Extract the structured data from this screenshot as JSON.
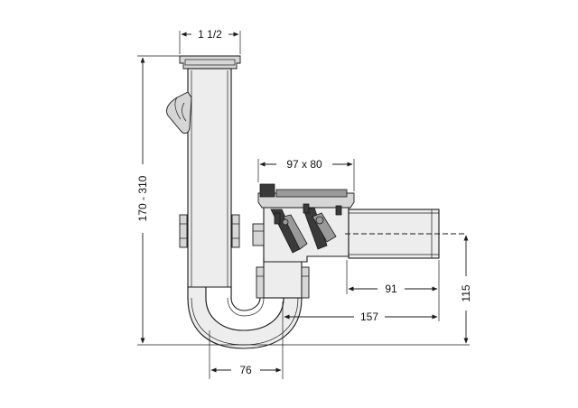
{
  "dimensions": {
    "inlet_diameter": "1 1/2",
    "height_range": "170 - 310",
    "device_size": "97 x 80",
    "outlet_offset": "91",
    "outlet_height": "115",
    "total_depth": "157",
    "trap_spacing": "76"
  },
  "colors": {
    "line": "#1a1a1a",
    "pipe_fill": "#ededed",
    "dark_part": "#3a3a3a",
    "mid_part": "#9a9a9a"
  }
}
